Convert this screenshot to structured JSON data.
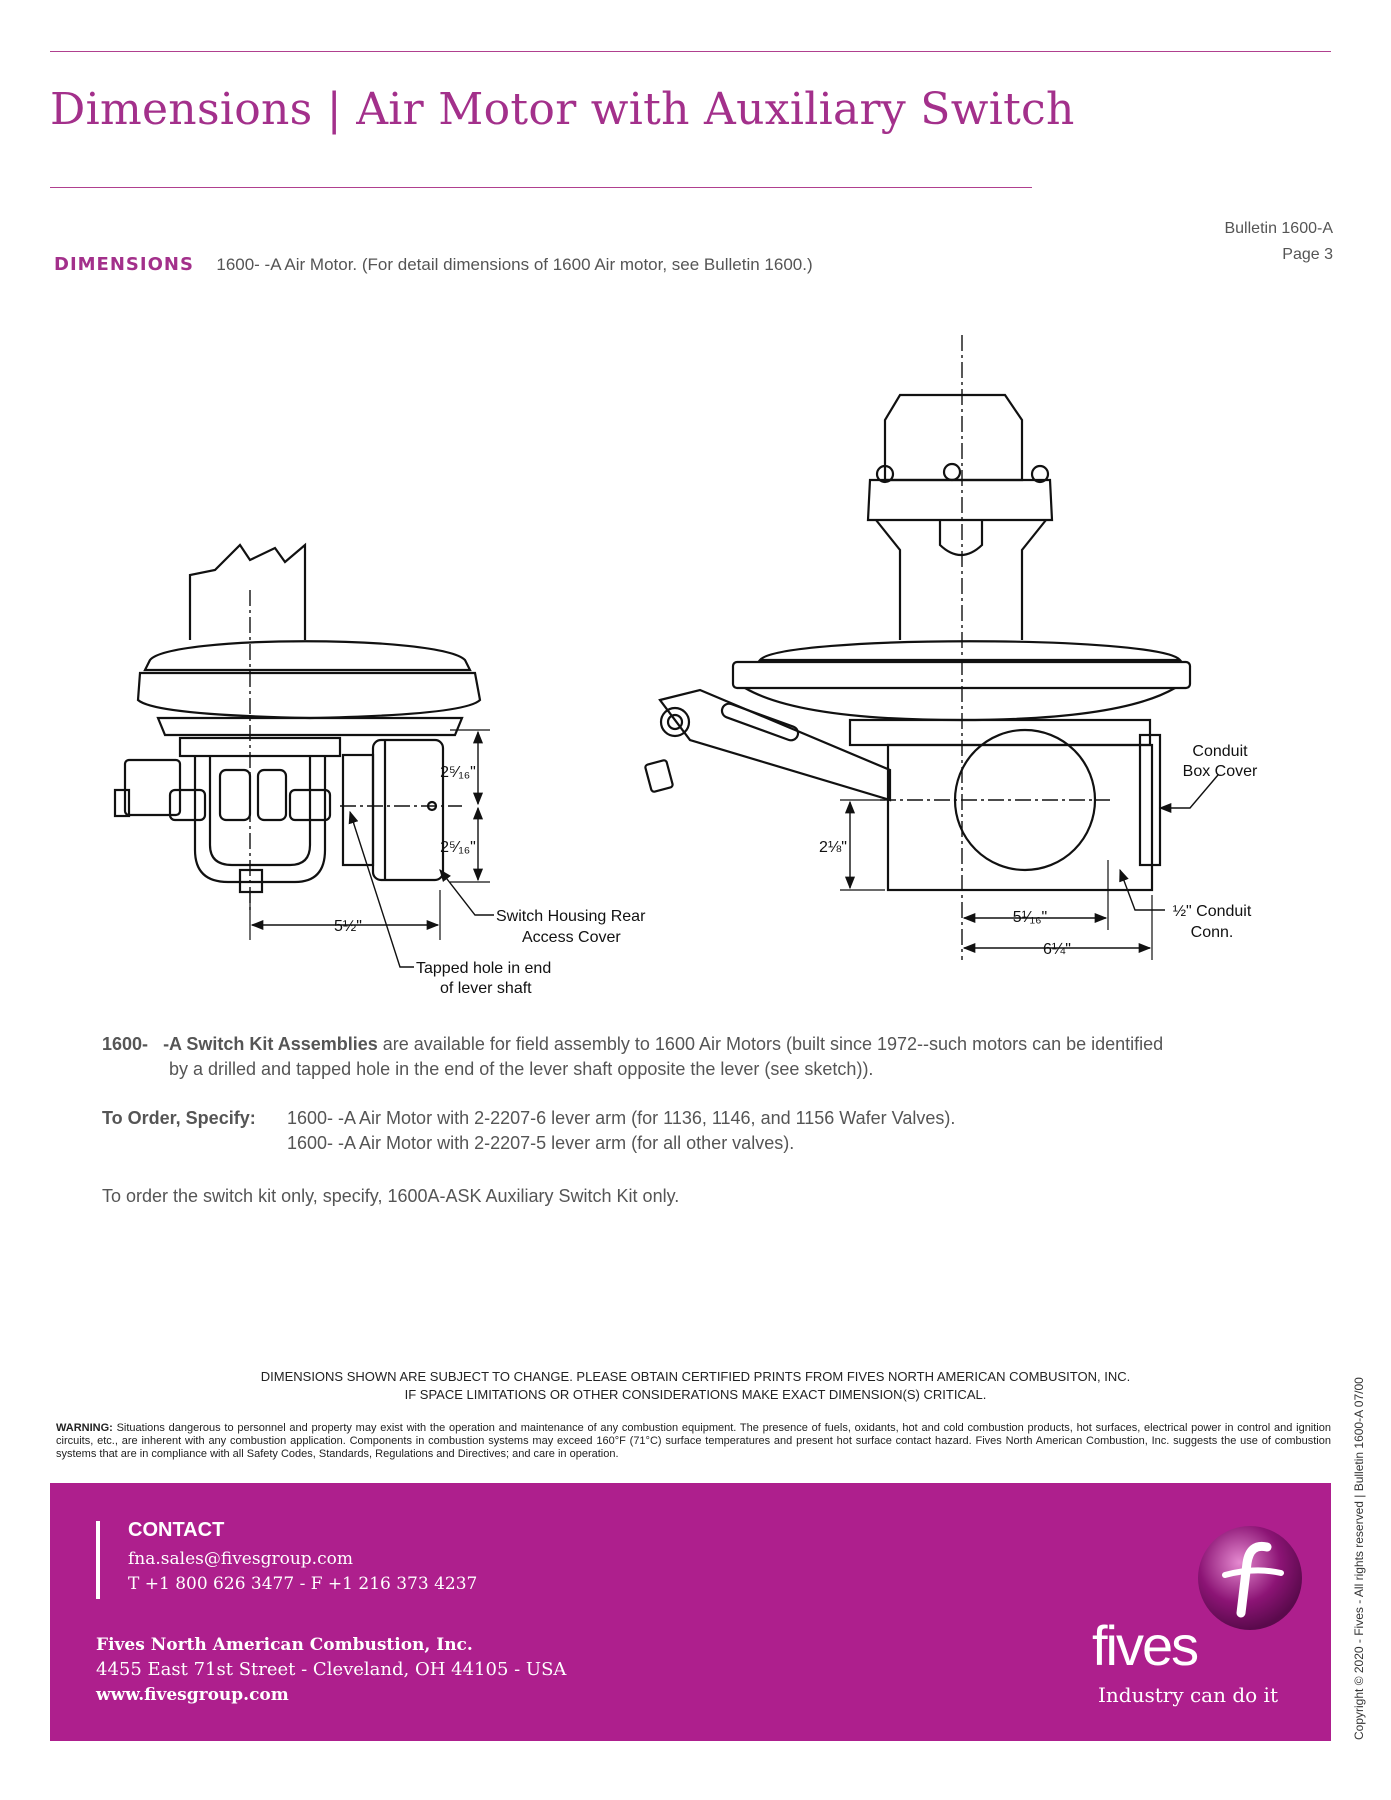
{
  "header": {
    "title": "Dimensions | Air Motor with Auxiliary Switch",
    "bulletin": "Bulletin 1600-A",
    "page": "Page 3"
  },
  "dimensions": {
    "label": "DIMENSIONS",
    "text": "1600-   -A Air Motor. (For detail dimensions of 1600 Air motor, see Bulletin 1600.)"
  },
  "drawing": {
    "left_view": {
      "dim_upper": "2⁵⁄₁₆\"",
      "dim_lower": "2⁵⁄₁₆\"",
      "dim_width": "5½\"",
      "callout_cover_1": "Switch Housing Rear",
      "callout_cover_2": "Access Cover",
      "callout_hole_1": "Tapped hole in end",
      "callout_hole_2": "of lever shaft"
    },
    "right_view": {
      "dim_height": "2⅛\"",
      "dim_inner": "5¹⁄₁₆\"",
      "dim_outer": "6¼\"",
      "callout_conduit_box_1": "Conduit",
      "callout_conduit_box_2": "Box Cover",
      "callout_conduit_conn_1": "½\" Conduit",
      "callout_conduit_conn_2": "Conn."
    }
  },
  "body": {
    "kit_model": "1600-",
    "kit_title": "-A Switch Kit Assemblies",
    "kit_text_1": " are available for field assembly to 1600 Air Motors (built since 1972--such motors can be identified",
    "kit_text_2": "by a drilled and tapped hole in the end of the lever shaft opposite the lever (see sketch)).",
    "order_label": "To Order, Specify:",
    "order_line_1": "1600-   -A Air Motor with 2-2207-6 lever arm (for 1136, 1146, and 1156 Wafer Valves).",
    "order_line_2": "1600-   -A Air Motor with 2-2207-5 lever arm (for all other valves).",
    "switch_kit": "To order the switch kit only, specify, 1600A-ASK Auxiliary Switch Kit only."
  },
  "disclaimer": {
    "line_1": "DIMENSIONS SHOWN ARE SUBJECT TO CHANGE. PLEASE OBTAIN CERTIFIED PRINTS FROM FIVES NORTH AMERICAN COMBUSITON, INC.",
    "line_2": "IF SPACE LIMITATIONS OR OTHER CONSIDERATIONS MAKE EXACT DIMENSION(S) CRITICAL."
  },
  "warning": {
    "label": "WARNING:",
    "text": " Situations dangerous to personnel and property may exist with the operation and maintenance of any combustion equipment. The presence of fuels, oxidants, hot and cold combustion products, hot surfaces, electrical power in control and ignition circuits, etc., are inherent with any combustion application. Components in combustion systems may exceed 160°F (71°C) surface temperatures and present hot surface contact hazard. Fives North American Combustion, Inc. suggests the use of combustion systems that are in compliance with all Safety Codes, Standards, Regulations and Directives; and care in operation."
  },
  "footer": {
    "contact_label": "CONTACT",
    "email": "fna.sales@fivesgroup.com",
    "phone": "T +1 800 626 3477 - F +1 216 373 4237",
    "company": "Fives North American Combustion, Inc.",
    "address": "4455 East 71st Street - Cleveland, OH 44105 - USA",
    "website": "www.fivesgroup.com",
    "brand": "fives",
    "tagline": "Industry can do it",
    "background_color": "#ae1f8d"
  },
  "copyright": "Copyright © 2020 - Fives - All rights reserved | Bulletin 1600-A 07/00"
}
